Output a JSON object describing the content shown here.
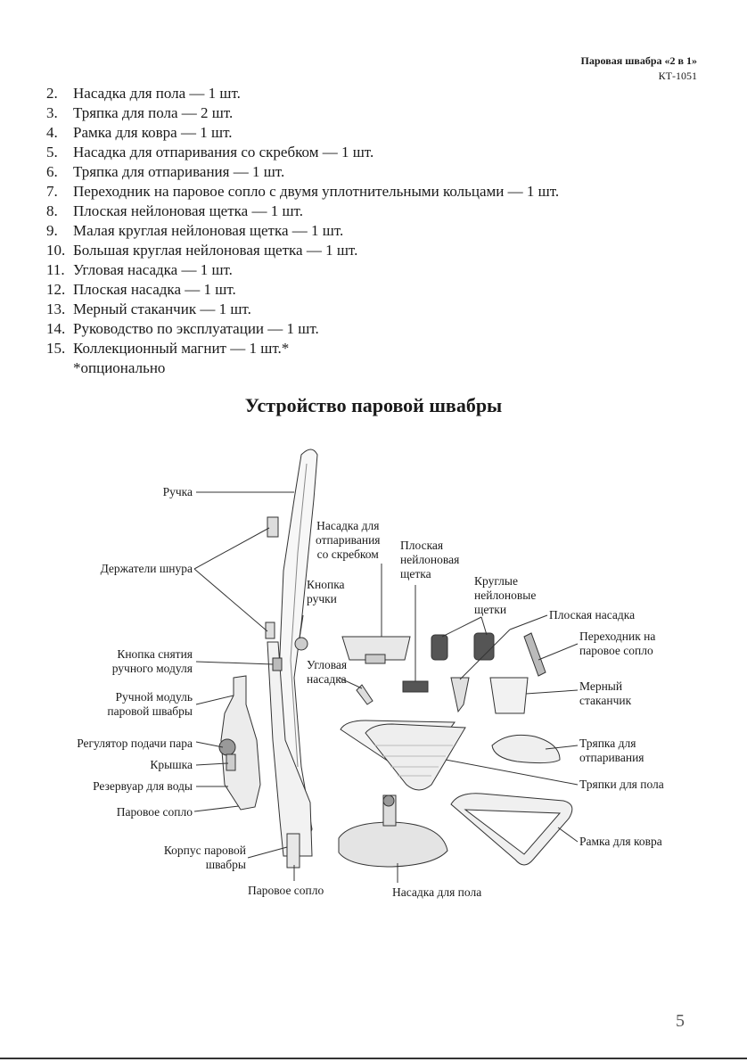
{
  "header": {
    "title": "Паровая швабра «2 в 1»",
    "model": "КТ-1051"
  },
  "items": [
    {
      "num": "2.",
      "text": "Насадка для пола — 1 шт."
    },
    {
      "num": "3.",
      "text": "Тряпка для пола — 2 шт."
    },
    {
      "num": "4.",
      "text": "Рамка для ковра — 1 шт."
    },
    {
      "num": "5.",
      "text": "Насадка для отпаривания со скребком — 1 шт."
    },
    {
      "num": "6.",
      "text": "Тряпка для отпаривания — 1 шт."
    },
    {
      "num": "7.",
      "text": "Переходник на паровое сопло с двумя уплотнительными кольцами — 1 шт."
    },
    {
      "num": "8.",
      "text": "Плоская нейлоновая щетка — 1 шт."
    },
    {
      "num": "9.",
      "text": "Малая круглая нейлоновая щетка — 1 шт."
    },
    {
      "num": "10.",
      "text": "Большая круглая нейлоновая щетка — 1 шт."
    },
    {
      "num": "11.",
      "text": "Угловая насадка — 1 шт."
    },
    {
      "num": "12.",
      "text": "Плоская насадка — 1 шт."
    },
    {
      "num": "13.",
      "text": "Мерный стаканчик — 1 шт."
    },
    {
      "num": "14.",
      "text": "Руководство по эксплуатации — 1 шт."
    },
    {
      "num": "15.",
      "text": "Коллекционный магнит — 1 шт.*"
    }
  ],
  "note": "*опционально",
  "section_title": "Устройство паровой швабры",
  "labels": {
    "handle": "Ручка",
    "cord_holders": "Держатели шнура",
    "release_button": [
      "Кнопка снятия",
      "ручного модуля"
    ],
    "hand_module": [
      "Ручной модуль",
      "паровой швабры"
    ],
    "steam_regulator": "Регулятор подачи пара",
    "lid": "Крышка",
    "water_tank": "Резервуар для воды",
    "steam_nozzle_left": "Паровое сопло",
    "body": [
      "Корпус паровой",
      "швабры"
    ],
    "steam_nozzle_bottom": "Паровое сопло",
    "handle_button": [
      "Кнопка",
      "ручки"
    ],
    "scraper_attachment": [
      "Насадка для",
      "отпаривания",
      "со скребком"
    ],
    "flat_nylon_brush": [
      "Плоская",
      "нейлоновая",
      "щетка"
    ],
    "round_brushes": [
      "Круглые",
      "нейлоновые",
      "щетки"
    ],
    "corner_attachment": [
      "Угловая",
      "насадка"
    ],
    "flat_attachment": "Плоская насадка",
    "adapter": [
      "Переходник на",
      "паровое сопло"
    ],
    "measuring_cup": [
      "Мерный",
      "стаканчик"
    ],
    "steam_cloth": [
      "Тряпка для",
      "отпаривания"
    ],
    "floor_cloths": "Тряпки для пола",
    "carpet_frame": "Рамка для ковра",
    "floor_attachment": "Насадка для пола"
  },
  "page_number": "5"
}
